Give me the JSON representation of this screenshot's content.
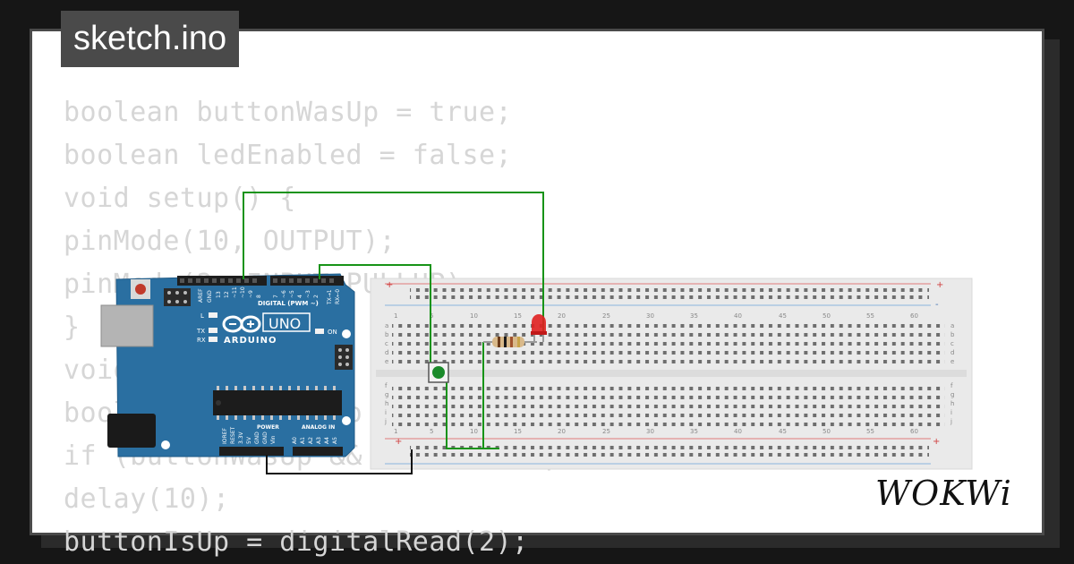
{
  "title": "sketch.ino",
  "code_lines": [
    "boolean buttonWasUp = true;",
    "boolean ledEnabled = false;",
    "void setup() {",
    "pinMode(10, OUTPUT);",
    "pinMode(2, INPUT_PULLUP);",
    "}",
    "void loop() {",
    "boolean buttonIsUp = digitalRead(2);",
    "if (buttonWasUp && !buttonIsUp) {",
    "delay(10);",
    "buttonIsUp = digitalRead(2);"
  ],
  "arduino": {
    "brand": "ARDUINO",
    "model": "UNO",
    "header_digital": "DIGITAL (PWM ~)",
    "header_power": "POWER",
    "header_analog": "ANALOG IN",
    "led_on": "ON",
    "led_l": "L",
    "led_tx": "TX",
    "led_rx": "RX",
    "aref": "AREF",
    "gnd": "GND",
    "pins_top": [
      "13",
      "12",
      "~11",
      "~10",
      "~9",
      "8",
      "7",
      "~6",
      "~5",
      "4",
      "~3",
      "2",
      "TX→1",
      "RX←0"
    ],
    "pins_bottom_power": [
      "IOREF",
      "RESET",
      "3.3V",
      "5V",
      "GND",
      "GND",
      "Vin"
    ],
    "pins_bottom_analog": [
      "A0",
      "A1",
      "A2",
      "A3",
      "A4",
      "A5"
    ]
  },
  "breadboard": {
    "column_numbers": [
      "1",
      "5",
      "10",
      "15",
      "20",
      "25",
      "30",
      "35",
      "40",
      "45",
      "50",
      "55",
      "60"
    ],
    "row_letters_top": [
      "a",
      "b",
      "c",
      "d",
      "e"
    ],
    "row_letters_bottom": [
      "f",
      "g",
      "h",
      "i",
      "j"
    ],
    "rail_plus": "+",
    "rail_minus": "-"
  },
  "logo": "WOKWi",
  "colors": {
    "background": "#161616",
    "card": "#ffffff",
    "title_tab": "#4a4a4a",
    "code_text": "#d6d6d6",
    "arduino_board": "#2a6fa1",
    "wire_green": "#179317",
    "wire_black": "#111111",
    "led_red": "#e02020",
    "button_green": "#1a8a2a"
  }
}
